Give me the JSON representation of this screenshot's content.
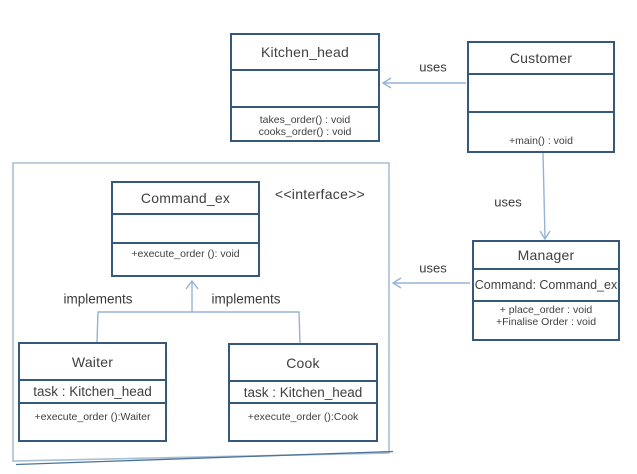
{
  "diagram": {
    "stereotype_label": "<<interface>>",
    "connector_labels": {
      "customer_kitchen_uses": "uses",
      "customer_manager_uses": "uses",
      "manager_interface_uses": "uses",
      "waiter_implements": "implements",
      "cook_implements": "implements"
    },
    "colors": {
      "box_border": "#36597b",
      "connector": "#95b3d7",
      "container_border": "#a9bfd6",
      "container_accent": "#4d7396",
      "text": "#3f3f3f"
    },
    "classes": {
      "kitchen_head": {
        "name": "Kitchen_head",
        "methods": [
          "takes_order() : void",
          "cooks_order() : void"
        ]
      },
      "customer": {
        "name": "Customer",
        "methods": [
          "+main() : void"
        ]
      },
      "command_ex": {
        "name": "Command_ex",
        "methods": [
          "+execute_order (): void"
        ]
      },
      "manager": {
        "name": "Manager",
        "attributes": [
          "Command: Command_ex"
        ],
        "methods": [
          "+ place_order : void",
          "+Finalise Order : void"
        ]
      },
      "waiter": {
        "name": "Waiter",
        "attributes": [
          "task : Kitchen_head"
        ],
        "methods": [
          "+execute_order ():Waiter"
        ]
      },
      "cook": {
        "name": "Cook",
        "attributes": [
          "task : Kitchen_head"
        ],
        "methods": [
          "+execute_order ():Cook"
        ]
      }
    }
  }
}
